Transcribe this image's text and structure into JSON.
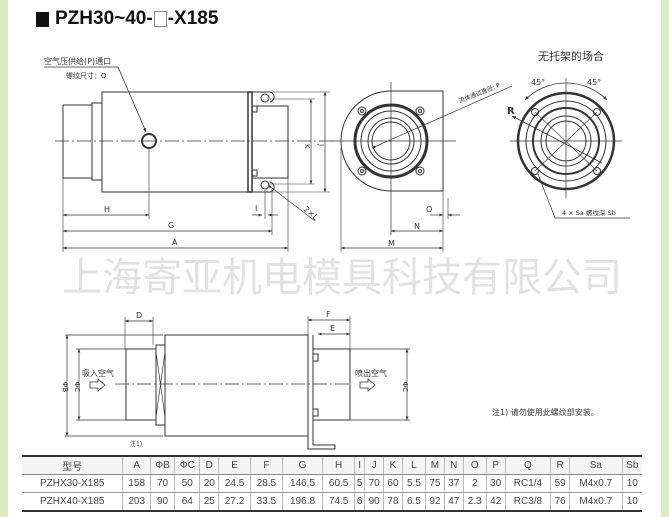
{
  "title": {
    "prefix": "PZH30~40-",
    "suffix": "-X185"
  },
  "side_view": {
    "port_label": "空气压供给(P)通口",
    "thread_label": "螺纹尺寸：Q",
    "dims": {
      "H": "H",
      "G": "G",
      "A": "A",
      "I": "I",
      "L": "2×L",
      "K": "K",
      "J": "J"
    }
  },
  "front_view": {
    "flow_diameter_label": "流体通过直径: P",
    "dims": {
      "M": "M",
      "N": "N",
      "O": "O"
    }
  },
  "no_bracket_view": {
    "title": "无托架的场合",
    "angle_left": "45°",
    "angle_right": "45°",
    "R": "R",
    "thread_label": "4 × Sa 螺纹深 Sb"
  },
  "bottom_view": {
    "inlet_label": "吸入空气",
    "outlet_label": "喷出空气",
    "dims": {
      "B": "ΦB",
      "C": "ΦC",
      "C2": "ΦC",
      "D": "D",
      "E": "E",
      "F": "F"
    },
    "note_ref": "注1)"
  },
  "note": "注1) 请勿使用此螺纹部安装。",
  "watermark": "上海寄亚机电模具科技有限公司",
  "table": {
    "headers": [
      "型号",
      "A",
      "ΦB",
      "ΦC",
      "D",
      "E",
      "F",
      "G",
      "H",
      "I",
      "J",
      "K",
      "L",
      "M",
      "N",
      "O",
      "P",
      "Q",
      "R",
      "Sa",
      "Sb"
    ],
    "rows": [
      [
        "PZHX30-X185",
        "158",
        "70",
        "50",
        "20",
        "24.5",
        "28.5",
        "146.5",
        "60.5",
        "5",
        "70",
        "60",
        "5.5",
        "75",
        "37",
        "2",
        "30",
        "RC1/4",
        "59",
        "M4x0.7",
        "10"
      ],
      [
        "PZHX40-X185",
        "203",
        "90",
        "64",
        "25",
        "27.2",
        "33.5",
        "196.8",
        "74.5",
        "6",
        "90",
        "78",
        "6.5",
        "92",
        "47",
        "2.3",
        "42",
        "RC3/8",
        "76",
        "M4x0.7",
        "10"
      ]
    ]
  }
}
